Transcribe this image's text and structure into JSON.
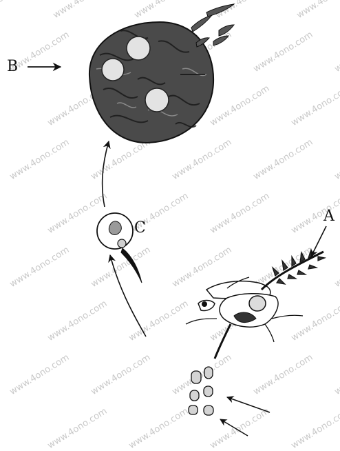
{
  "labels": {
    "a": "A",
    "b": "B",
    "c": "C"
  },
  "watermark": {
    "text": "www.4ono.com",
    "color": "#c9c9c9"
  },
  "colors": {
    "ink": "#111111",
    "dark": "#3a3a3a",
    "nucleus": "#e3e3e3"
  }
}
